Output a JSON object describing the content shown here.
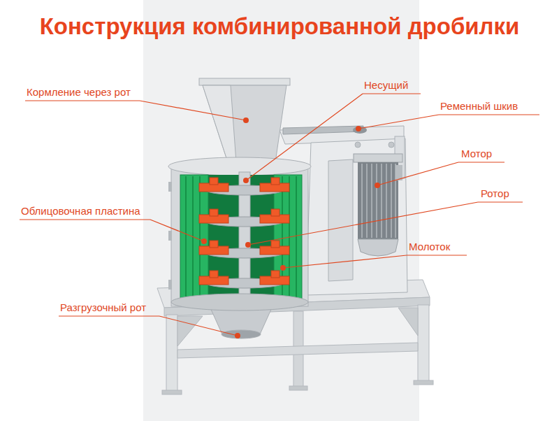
{
  "diagram": {
    "title": "Конструкция комбинированной дробилки",
    "labels": [
      "Кормление через рот",
      "Несущий",
      "Ременный шкив",
      "Мотор",
      "Облицовочная пластина",
      "Ротор",
      "Молоток",
      "Разгрузочный рот"
    ]
  }
}
